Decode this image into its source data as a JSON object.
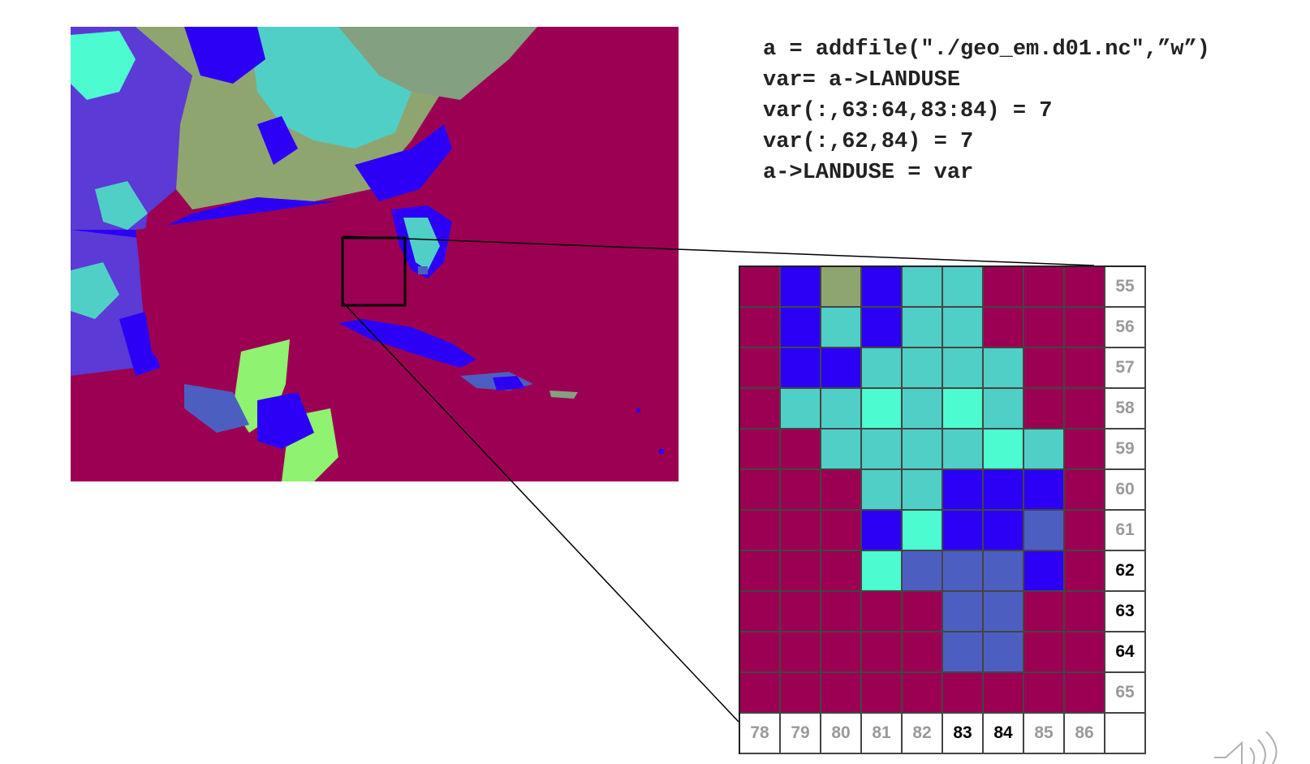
{
  "code_lines": [
    "a = addfile(\"./geo_em.d01.nc\",”w”)",
    "var= a->LANDUSE",
    "var(:,63:64,83:84) = 7",
    "var(:,62,84) = 7",
    "a->LANDUSE = var"
  ],
  "colors": {
    "ocean": "#9c0052",
    "blue": "#2b00f5",
    "teal": "#50cfc6",
    "aqua": "#4cfbd0",
    "olive": "#8fa570",
    "slate": "#4c5fc0",
    "green": "#8ff270",
    "gray_green": "#83a081",
    "violet": "#5c3ad6"
  },
  "grid": {
    "row_labels": [
      "55",
      "56",
      "57",
      "58",
      "59",
      "60",
      "61",
      "62",
      "63",
      "64",
      "65"
    ],
    "col_labels": [
      "78",
      "79",
      "80",
      "81",
      "82",
      "83",
      "84",
      "85",
      "86"
    ],
    "highlight_rows": [
      "62",
      "63",
      "64"
    ],
    "highlight_cols": [
      "83",
      "84"
    ],
    "cells": [
      [
        "ocean",
        "blue",
        "olive",
        "blue",
        "teal",
        "teal",
        "ocean",
        "ocean",
        "ocean"
      ],
      [
        "ocean",
        "blue",
        "teal",
        "blue",
        "teal",
        "teal",
        "ocean",
        "ocean",
        "ocean"
      ],
      [
        "ocean",
        "blue",
        "blue",
        "teal",
        "teal",
        "teal",
        "teal",
        "ocean",
        "ocean"
      ],
      [
        "ocean",
        "teal",
        "teal",
        "aqua",
        "teal",
        "aqua",
        "teal",
        "ocean",
        "ocean"
      ],
      [
        "ocean",
        "ocean",
        "teal",
        "teal",
        "teal",
        "teal",
        "aqua",
        "teal",
        "ocean"
      ],
      [
        "ocean",
        "ocean",
        "ocean",
        "teal",
        "teal",
        "blue",
        "blue",
        "blue",
        "ocean"
      ],
      [
        "ocean",
        "ocean",
        "ocean",
        "blue",
        "aqua",
        "blue",
        "blue",
        "slate",
        "ocean"
      ],
      [
        "ocean",
        "ocean",
        "ocean",
        "aqua",
        "slate",
        "slate",
        "slate",
        "blue",
        "ocean"
      ],
      [
        "ocean",
        "ocean",
        "ocean",
        "ocean",
        "ocean",
        "slate",
        "slate",
        "ocean",
        "ocean"
      ],
      [
        "ocean",
        "ocean",
        "ocean",
        "ocean",
        "ocean",
        "slate",
        "slate",
        "ocean",
        "ocean"
      ],
      [
        "ocean",
        "ocean",
        "ocean",
        "ocean",
        "ocean",
        "ocean",
        "ocean",
        "ocean",
        "ocean"
      ]
    ]
  },
  "icons": {
    "audio": "speaker-icon"
  }
}
